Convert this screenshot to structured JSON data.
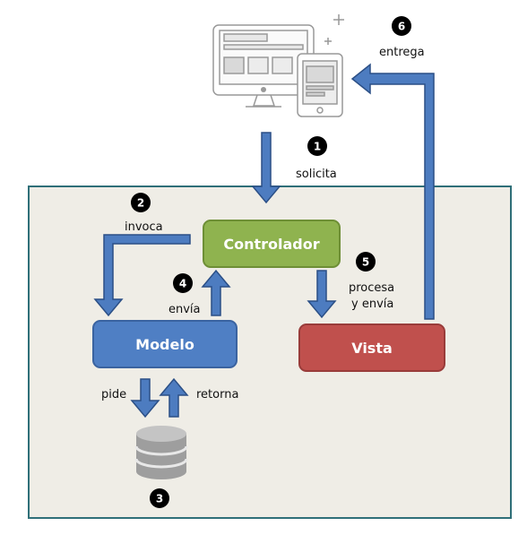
{
  "nodes": {
    "controller": "Controlador",
    "model": "Modelo",
    "view": "Vista"
  },
  "steps": [
    {
      "number": "1",
      "label": "solicita"
    },
    {
      "number": "2",
      "label": "invoca"
    },
    {
      "number": "3",
      "label": ""
    },
    {
      "number": "4",
      "label": "envía"
    },
    {
      "number": "5",
      "label_line1": "procesa",
      "label_line2": "y envía"
    },
    {
      "number": "6",
      "label": "entrega"
    }
  ],
  "database_labels": {
    "down": "pide",
    "up": "retorna"
  },
  "colors": {
    "panel_bg": "#efede6",
    "panel_border": "#2f6f78",
    "arrow_fill": "#4d7cc0",
    "arrow_stroke": "#2b4f86",
    "controller": "#8fb34f",
    "model": "#4f7fc4",
    "view": "#c0504d",
    "device_stroke": "#999999",
    "database": "#a8a8a8"
  }
}
